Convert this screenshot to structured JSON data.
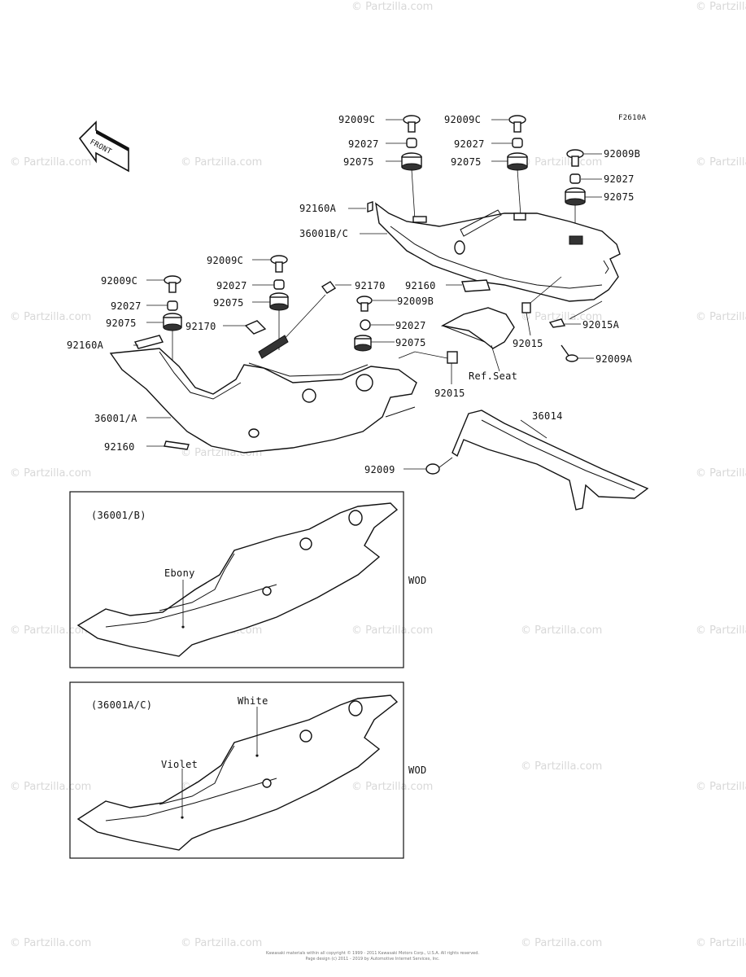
{
  "figure_code": "F2610A",
  "front_label": "FRONT",
  "watermark_text": "© Partzilla.com",
  "callouts": {
    "c1": "92009C",
    "c2": "92027",
    "c3": "92075",
    "c4": "92009C",
    "c5": "92027",
    "c6": "92075",
    "c7": "92009B",
    "c8": "92027",
    "c9": "92075",
    "c10": "92160A",
    "c11": "36001B/C",
    "c12": "92009C",
    "c13": "92027",
    "c14": "92075",
    "c15": "92170",
    "c16": "92160",
    "c17": "92009B",
    "c18": "92027",
    "c19": "92075",
    "c20": "92015",
    "c21": "92015A",
    "c22": "92009A",
    "c23": "Ref.Seat",
    "c24": "92015",
    "c25": "92009C",
    "c26": "92027",
    "c27": "92075",
    "c28": "92170",
    "c29": "92160A",
    "c30": "36001/A",
    "c31": "92160",
    "c32": "36014",
    "c33": "92009"
  },
  "panel_b": {
    "title": "(36001/B)",
    "color_1": "Ebony",
    "code": "WOD"
  },
  "panel_ac": {
    "title": "(36001A/C)",
    "color_1": "White",
    "color_2": "Violet",
    "code": "WOD"
  },
  "footer_line_1": "Kawasaki materials within all copyright © 1999 - 2011 Kawasaki Motors Corp., U.S.A. All rights reserved.",
  "footer_line_2": "Page design (c) 2011 - 2019 by Automotive Internet Services, Inc."
}
